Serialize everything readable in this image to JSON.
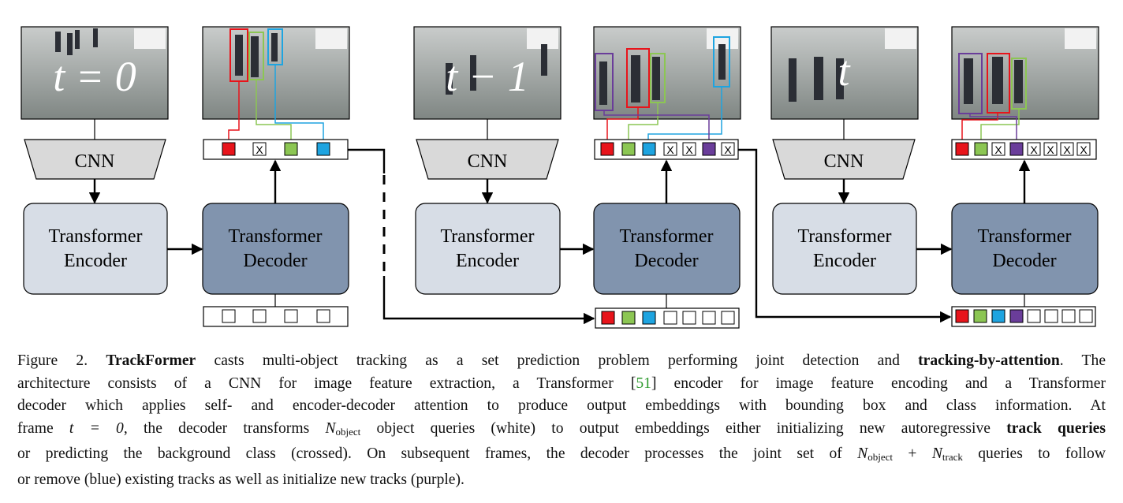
{
  "figure": {
    "frames": [
      {
        "time_label": "t = 0",
        "cnn_label": "CNN",
        "encoder_label_1": "Transformer",
        "encoder_label_2": "Encoder",
        "decoder_label_1": "Transformer",
        "decoder_label_2": "Decoder"
      },
      {
        "time_label": "t − 1",
        "cnn_label": "CNN",
        "encoder_label_1": "Transformer",
        "encoder_label_2": "Encoder",
        "decoder_label_1": "Transformer",
        "decoder_label_2": "Decoder"
      },
      {
        "time_label": "t",
        "cnn_label": "CNN",
        "encoder_label_1": "Transformer",
        "encoder_label_2": "Encoder",
        "decoder_label_1": "Transformer",
        "decoder_label_2": "Decoder"
      }
    ],
    "crossed_glyph": "X",
    "colors": {
      "red": "#e8141b",
      "green": "#8cc653",
      "blue": "#1ea4e0",
      "purple": "#6a3d9a",
      "encoder_fill": "#d7dde6",
      "decoder_fill": "#8194ae",
      "cnn_fill": "#d9d9d9",
      "photo_bg": "#9aa09c"
    }
  },
  "caption": {
    "fig_label": "Figure 2.",
    "title_bold": "TrackFormer",
    "line1_rest": " casts multi-object tracking as a set prediction problem performing joint detection and ",
    "line1_bold": "tracking-by-attention",
    "line1_end": ". The",
    "line2_a": "architecture consists of a CNN for image feature extraction, a Transformer [",
    "cite": "51",
    "line2_b": "] encoder for image feature encoding and a Transformer",
    "line3": "decoder which applies self- and encoder-decoder attention to produce output embeddings with bounding box and class information. At",
    "line4_a": "frame ",
    "line4_math": "t = 0",
    "line4_b": ", the decoder transforms ",
    "n_symbol": "N",
    "sub_object": "object",
    "line4_c": " object queries (white) to output embeddings either initializing new autoregressive ",
    "line4_bold": "track queries",
    "line5_a": "or predicting the background class (crossed). On subsequent frames, the decoder processes the joint set of ",
    "plus": " + ",
    "sub_track": "track",
    "line5_b": " queries to follow",
    "line6": "or remove (blue) existing tracks as well as initialize new tracks (purple)."
  }
}
